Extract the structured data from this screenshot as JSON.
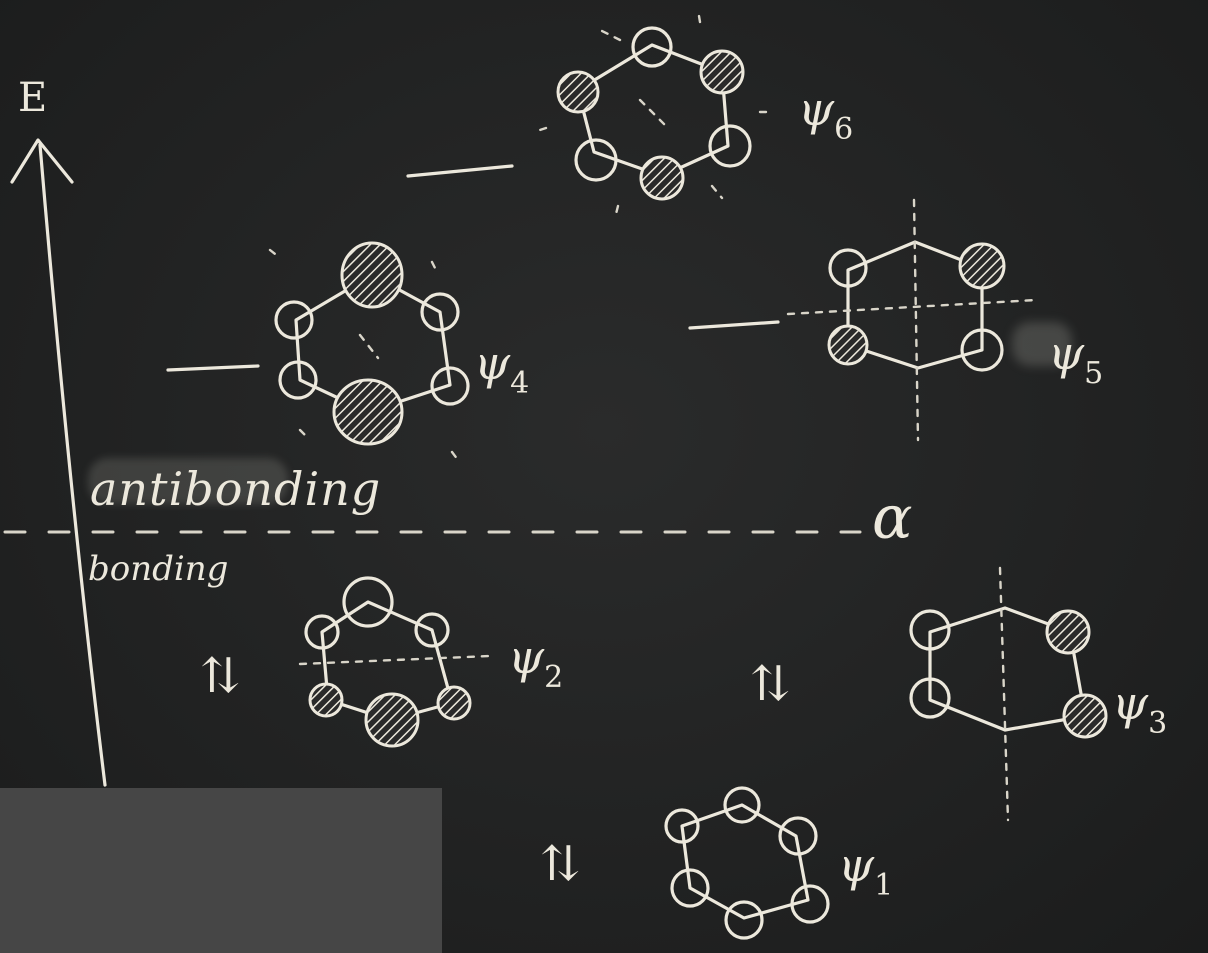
{
  "axis": {
    "label": "E"
  },
  "labels": {
    "antibonding": "antibonding",
    "bonding": "bonding",
    "alpha": "α"
  },
  "electron_pair_symbol": "⇅",
  "orbitals": [
    {
      "symbol": "ψ",
      "index": "6",
      "electrons": ""
    },
    {
      "symbol": "ψ",
      "index": "5",
      "electrons": ""
    },
    {
      "symbol": "ψ",
      "index": "4",
      "electrons": ""
    },
    {
      "symbol": "ψ",
      "index": "3",
      "electrons": "⇅"
    },
    {
      "symbol": "ψ",
      "index": "2",
      "electrons": "⇅"
    },
    {
      "symbol": "ψ",
      "index": "1",
      "electrons": "⇅"
    }
  ],
  "colors": {
    "board": "#222323",
    "chalk": "#ece8dc",
    "cover": "#464646"
  }
}
